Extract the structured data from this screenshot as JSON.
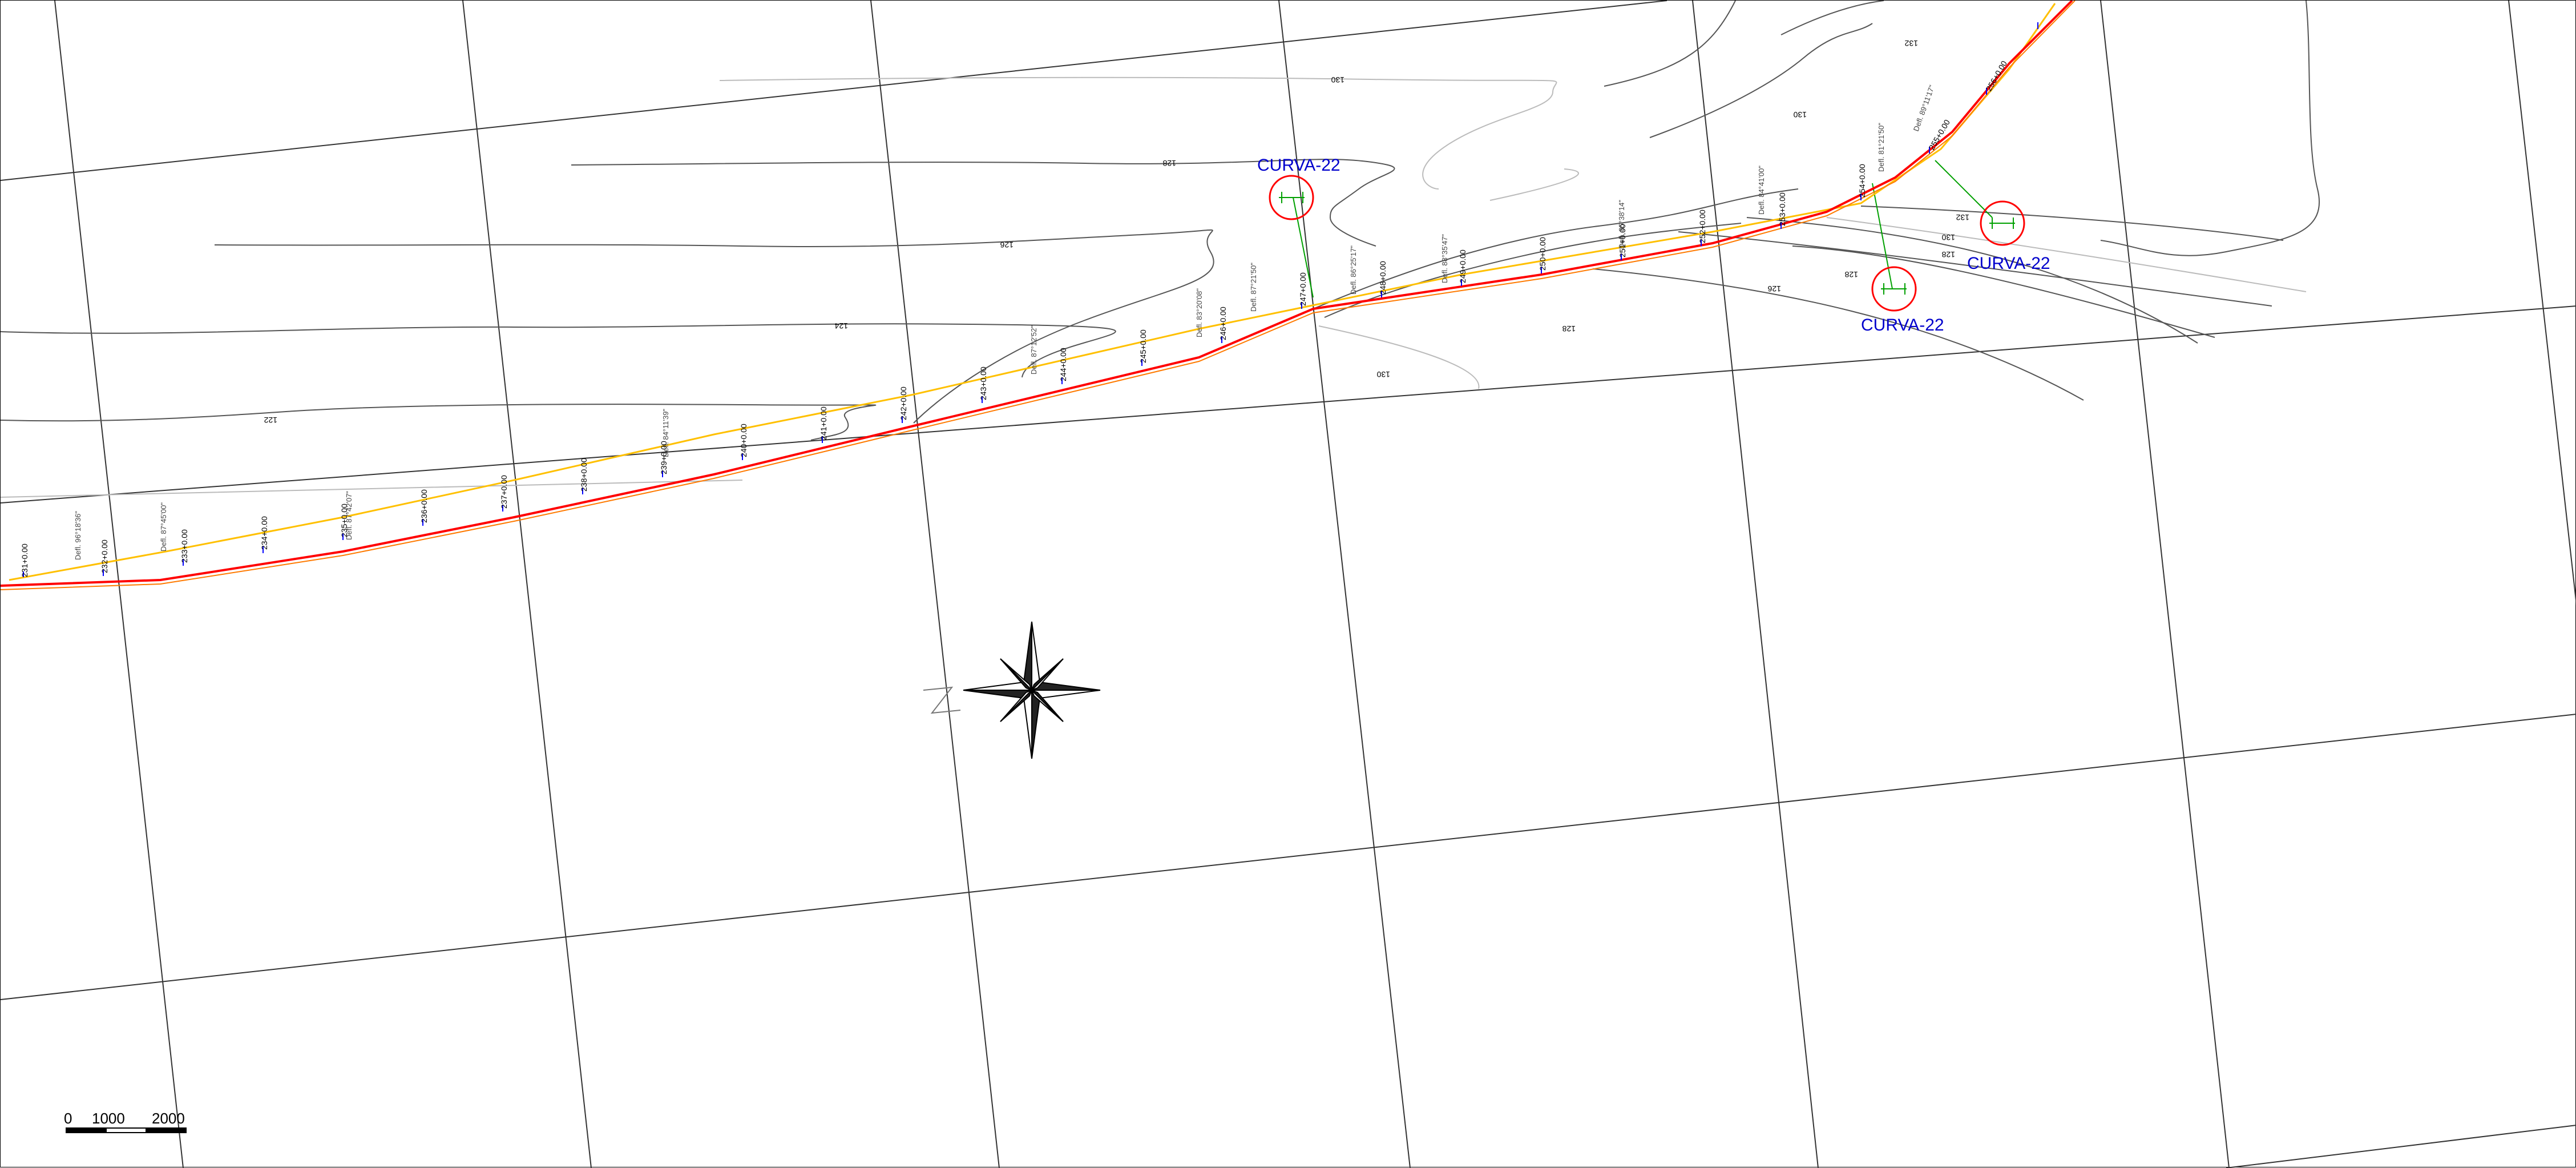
{
  "map": {
    "curve_labels": [
      "CURVA-22",
      "CURVA-22",
      "CURVA-22"
    ],
    "contour_labels": [
      "122",
      "124",
      "126",
      "128",
      "130",
      "128",
      "130",
      "128",
      "126",
      "128",
      "130",
      "132",
      "132",
      "130"
    ],
    "station_labels": [
      "231+0.00",
      "232+0.00",
      "233+0.00",
      "234+0.00",
      "235+0.00",
      "236+0.00",
      "237+0.00",
      "238+0.00",
      "239+0.00",
      "240+0.00",
      "241+0.00",
      "242+0.00",
      "243+0.00",
      "244+0.00",
      "245+0.00",
      "246+0.00",
      "247+0.00",
      "248+0.00",
      "249+0.00",
      "250+0.00",
      "251+0.00",
      "252+0.00",
      "253+0.00",
      "254+0.00",
      "255+0.00",
      "256+0.00"
    ],
    "deflection_labels": [
      "Defl. 96°18'36\"",
      "Defl. 87°45'00\"",
      "Defl. 87°42'07\"",
      "Defl. 84°11'39\"",
      "Defl. 87°12'52\"",
      "Defl. 83°20'08\"",
      "Defl. 87°21'50\"",
      "Defl. 86°25'17\"",
      "Defl. 88°35'47\"",
      "Defl. 85°38'14\"",
      "Defl. 84°41'00\"",
      "Defl. 81°21'50\"",
      "Defl. 89°11'17\""
    ],
    "scale_bar": {
      "labels": [
        "0",
        "1000",
        "2000"
      ]
    },
    "north_arrow": {
      "icon": "compass-rose-icon"
    },
    "colors": {
      "alignment": "#ff0000",
      "offset_line": "#ffc000",
      "ticks": "#0000ff",
      "curve_marker": "#ff0000",
      "curve_label": "#0000cc",
      "leader": "#00a000",
      "contour": "#555555",
      "grid": "#333333"
    }
  }
}
